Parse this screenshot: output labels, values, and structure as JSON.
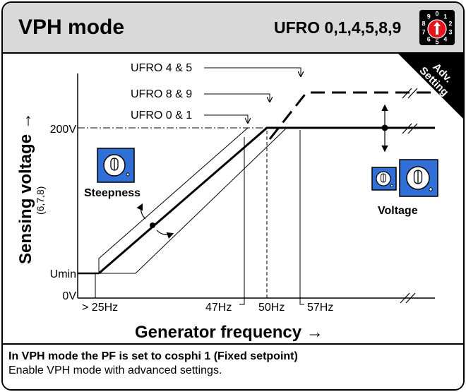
{
  "header": {
    "title": "VPH mode",
    "model": "UFRO 0,1,4,5,8,9",
    "dial_digits": [
      "0",
      "1",
      "2",
      "3",
      "4",
      "5",
      "6",
      "7",
      "8",
      "9"
    ],
    "dial_color": "#e8141c",
    "header_bg": "#d9d9d9"
  },
  "corner_badge": {
    "line1": "Adv.",
    "line2": "Setting"
  },
  "diagram": {
    "y_axis_label": "Sensing voltage →",
    "y_axis_sub": "(6,7,8)",
    "x_axis_label": "Generator frequency →",
    "y_ticks": {
      "v200": "200V",
      "umin": "Umin",
      "v0": "0V"
    },
    "x_ticks": {
      "f25": "> 25Hz",
      "f47": "47Hz",
      "f50": "50Hz",
      "f57": "57Hz"
    },
    "curve_labels": {
      "ufro45": "UFRO 4 & 5",
      "ufro89": "UFRO 8 & 9",
      "ufro01": "UFRO 0 & 1"
    },
    "steepness_label": "Steepness",
    "voltage_label": "Voltage",
    "knob_color": "#2f6fd6"
  },
  "footer": {
    "line1": "In VPH mode the PF is set to cosphi 1 (Fixed setpoint)",
    "line2": "Enable VPH mode with advanced settings."
  }
}
